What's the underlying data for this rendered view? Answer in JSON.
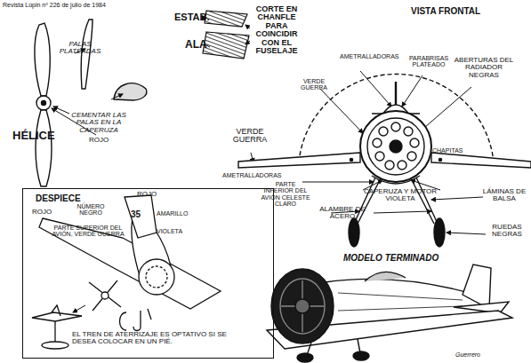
{
  "diagram": {
    "nodes": [
      {
        "text": [
          "DESPIECE",
          "ROJO",
          "NÚMERO NEGRO",
          "ROJO",
          "PARTE SUPERIOR DEL AVIÓN, VERDE GUERRA",
          "35",
          "AMARILLO",
          "VIOLETA",
          "EL TREN DE ATERRIZAJE ES OPTATIVO SI SE DESEA COLOCAR EN UN PIÉ."
        ]
      }
    ],
    "labels": [
      "Revista Lúpin nº 226 de julio de 1984",
      "PALAS PLATEADAS",
      "ESTAB.",
      "ALA",
      "CORTE EN CHANFLE PARA COINCIDIR CON EL FUSELAJE",
      "VISTA FRONTAL",
      "CEMENTAR LAS PALAS EN LA CAPERUZA",
      "HÉLICE",
      "ROJO",
      "VERDE GUERRA",
      "AMETRALLADORAS",
      "PARABRISAS PLATEADO",
      "ABERTURAS DEL RADIADOR NEGRAS",
      "VERDE GUERRA",
      "AMETRALLADORAS",
      "CHAPITAS",
      "PARTE INFERIOR DEL AVIÓN CELESTE CLARO",
      "CAPERUZA Y MOTOR VIOLETA",
      "LÁMINAS DE BALSA",
      "ALAMBRE DE ACERO",
      "RUEDAS NEGRAS",
      "MODELO TERMINADO",
      "Guerrero"
    ]
  }
}
